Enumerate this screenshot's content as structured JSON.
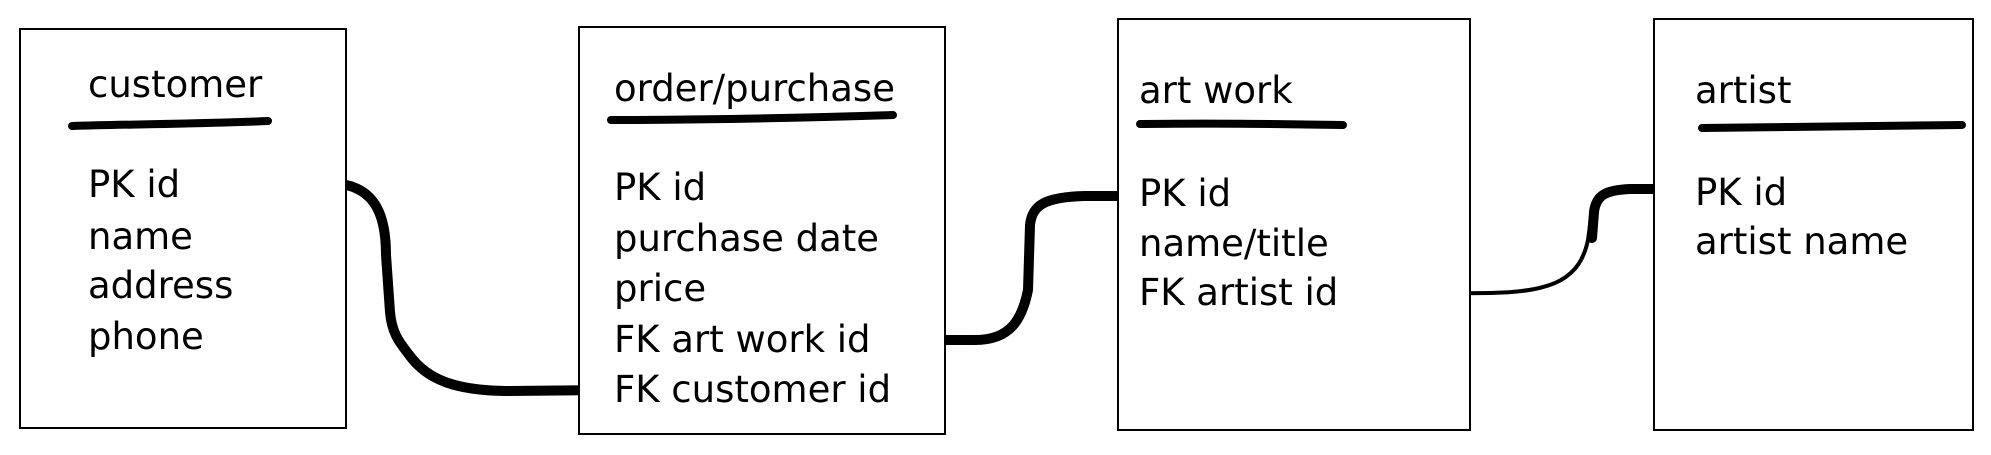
{
  "entities": {
    "customer": {
      "title": "customer",
      "fields": [
        "PK id",
        "name",
        "address",
        "phone"
      ]
    },
    "order": {
      "title": "order/purchase",
      "fields": [
        "PK id",
        "purchase date",
        "price",
        "FK art work id",
        "FK customer id"
      ]
    },
    "artwork": {
      "title": "art work",
      "fields": [
        "PK id",
        "name/title",
        "FK artist id"
      ]
    },
    "artist": {
      "title": "artist",
      "fields": [
        "PK id",
        "artist name"
      ]
    }
  },
  "relationships": [
    {
      "from": "customer.PK id",
      "to": "order/purchase.FK customer id"
    },
    {
      "from": "order/purchase.FK art work id",
      "to": "art work.PK id"
    },
    {
      "from": "art work.FK artist id",
      "to": "artist.PK id"
    }
  ]
}
